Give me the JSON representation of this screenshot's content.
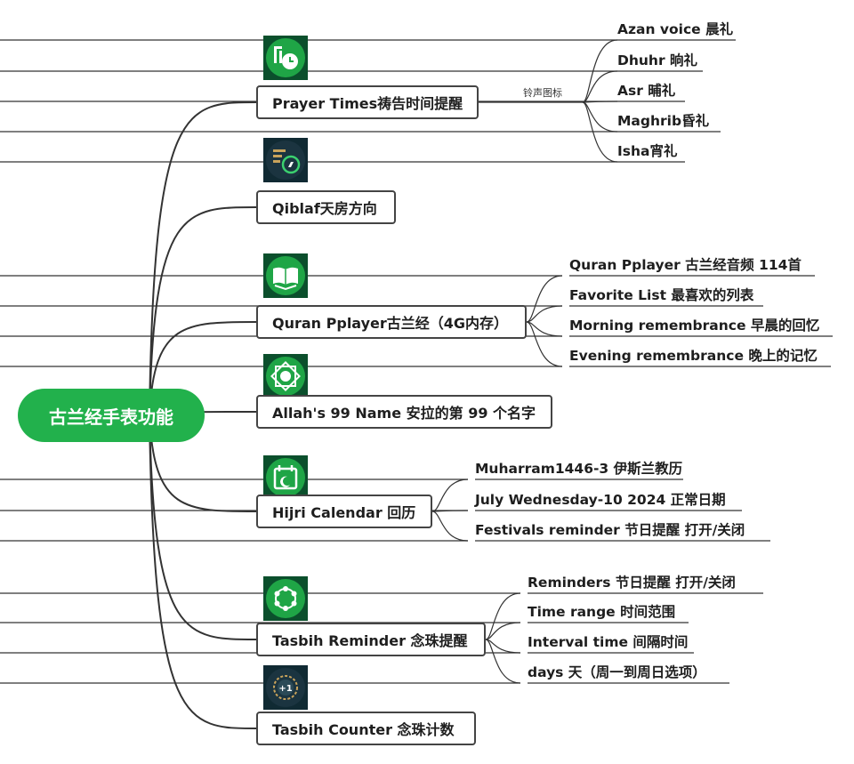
{
  "colors": {
    "accent_green": "#22b14c",
    "icon_green": "#1fa546",
    "icon_dark": "#1b3440",
    "line": "#333333"
  },
  "root": {
    "label": "古兰经手表功能"
  },
  "branches": [
    {
      "label": "Prayer Times祷告时间提醒",
      "icon": "prayer-clock-icon",
      "edge_label": "铃声图标",
      "children": [
        "Azan voice 晨礼",
        "Dhuhr 晌礼",
        "Asr 晡礼",
        "Maghrib昏礼",
        "Isha宵礼"
      ]
    },
    {
      "label": "Qiblaf天房方向",
      "icon": "qibla-compass-icon",
      "children": []
    },
    {
      "label": "Quran Pplayer古兰经（4G内存）",
      "icon": "quran-book-icon",
      "children": [
        "Quran Pplayer 古兰经音频 114首",
        "Favorite List 最喜欢的列表",
        "Morning remembrance 早晨的回忆",
        "Evening remembrance 晚上的记忆"
      ]
    },
    {
      "label": "Allah's 99 Name 安拉的第 99 个名字",
      "icon": "allah-names-icon",
      "children": []
    },
    {
      "label": "Hijri Calendar  回历",
      "icon": "hijri-calendar-icon",
      "children": [
        "Muharram1446-3  伊斯兰教历",
        "July Wednesday-10  2024  正常日期",
        "Festivals reminder 节日提醒   打开/关闭"
      ]
    },
    {
      "label": "Tasbih Reminder 念珠提醒",
      "icon": "tasbih-beads-icon",
      "children": [
        "Reminders 节日提醒   打开/关闭",
        "Time range 时间范围",
        "Interval time 间隔时间",
        "days 天（周一到周日选项）"
      ]
    },
    {
      "label": "Tasbih Counter 念珠计数",
      "icon": "tasbih-counter-icon",
      "children": []
    }
  ]
}
